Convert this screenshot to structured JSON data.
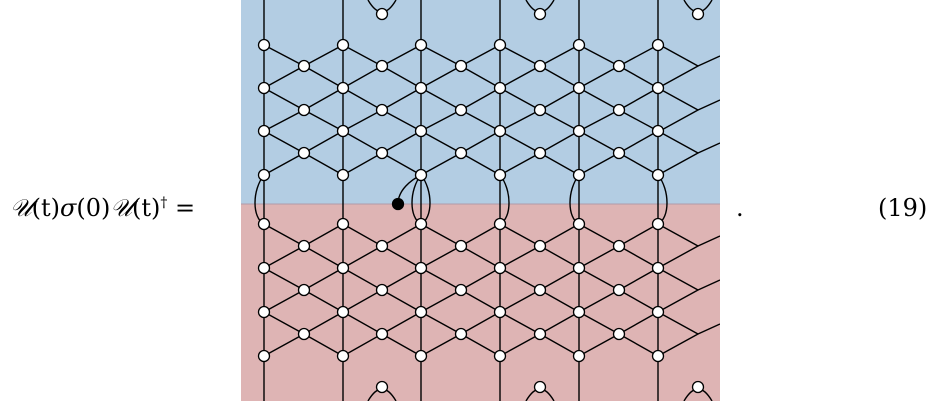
{
  "equation": {
    "lhs_parts": {
      "u1": "𝒰",
      "t1": "(t)",
      "sigma": "σ",
      "zero": "(0)",
      "u2": "𝒰",
      "t2": "(t)",
      "dagger": "†",
      "equals": " ="
    },
    "period": ".",
    "number": "(19)"
  },
  "figure": {
    "colors": {
      "top_region": "#b3cde3",
      "bottom_region": "#deb4b4",
      "line": "#000000",
      "node_fill": "#ffffff",
      "marked_node": "#000000"
    }
  }
}
